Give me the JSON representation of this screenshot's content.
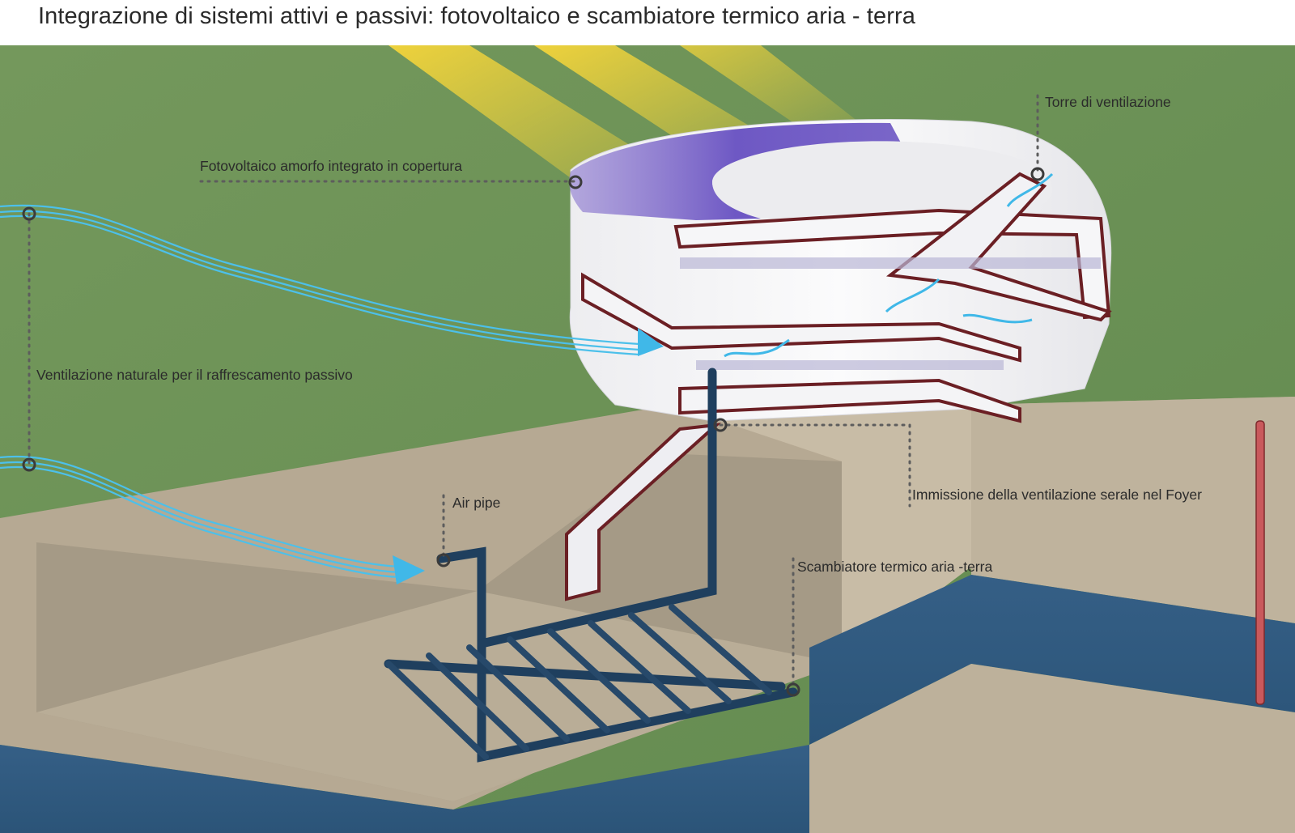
{
  "title": "Integrazione di sistemi attivi e passivi: fotovoltaico e scambiatore termico aria - terra",
  "labels": {
    "photovoltaic": "Fotovoltaico amorfo integrato in copertura",
    "ventilation_tower": "Torre di ventilazione",
    "natural_ventilation": "Ventilazione naturale per il raffrescamento passivo",
    "air_pipe": "Air pipe",
    "foyer_intake": "Immissione della ventilazione serale nel Foyer",
    "heat_exchanger": "Scambiatore termico aria -terra"
  },
  "colors": {
    "grass": "#6f9458",
    "soil": "#b5a994",
    "water": "#2f5f85",
    "pipe": "#1f3f5e",
    "airflow": "#3fb6e6",
    "photovoltaic": "#7a63c6",
    "section_cut": "#6b1f24",
    "building": "#f4f4f6",
    "sun_rays": "#f2d23a"
  }
}
